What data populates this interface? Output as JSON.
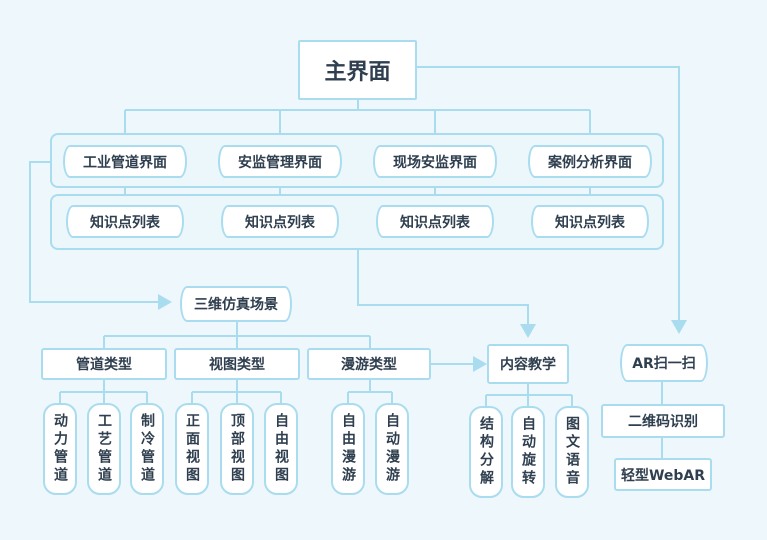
{
  "title": "主界面",
  "interfaces": [
    "工业管道界面",
    "安监管理界面",
    "现场安监界面",
    "案例分析界面"
  ],
  "knowledge": [
    "知识点列表",
    "知识点列表",
    "知识点列表",
    "知识点列表"
  ],
  "sim": {
    "title": "三维仿真场景",
    "categories": [
      "管道类型",
      "视图类型",
      "漫游类型"
    ],
    "pipe_types": [
      "动力管道",
      "工艺管道",
      "制冷管道"
    ],
    "view_types": [
      "正面视图",
      "顶部视图",
      "自由视图"
    ],
    "roam_types": [
      "自由漫游",
      "自动漫游"
    ]
  },
  "teaching": {
    "title": "内容教学",
    "items": [
      "结构分解",
      "自动旋转",
      "图文语音"
    ]
  },
  "ar": {
    "title": "AR扫一扫",
    "qr": "二维码识别",
    "web": "轻型WebAR"
  },
  "colors": {
    "line": "#a9dcef",
    "bg": "#eef7fb",
    "text": "#2f3f4f"
  }
}
